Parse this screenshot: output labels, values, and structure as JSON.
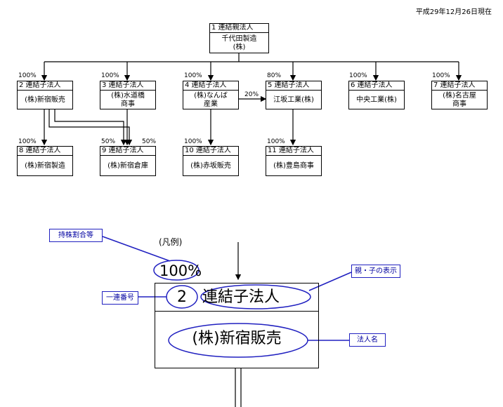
{
  "date_label": "平成29年12月26日現在",
  "parent": {
    "header": "1  連結親法人",
    "name": "千代田製造\n(株)"
  },
  "children": [
    {
      "header": "2  連結子法人",
      "name": "(株)新宿販売",
      "pct": "100%"
    },
    {
      "header": "3  連結子法人",
      "name": "(株)水道橋\n商事",
      "pct": "100%"
    },
    {
      "header": "4  連結子法人",
      "name": "(株)なんば\n産業",
      "pct": "100%"
    },
    {
      "header": "5  連結子法人",
      "name": "江坂工業(株)",
      "pct": "80%"
    },
    {
      "header": "6  連結子法人",
      "name": "中央工業(株)",
      "pct": "100%"
    },
    {
      "header": "7  連結子法人",
      "name": "(株)名古屋\n商事",
      "pct": "100%"
    }
  ],
  "grandchildren": [
    {
      "header": "8  連結子法人",
      "name": "(株)新宿製造",
      "pct": "100%"
    },
    {
      "header": "9  連結子法人",
      "name": "(株)新宿倉庫",
      "pct_left": "50%",
      "pct_right": "50%"
    },
    {
      "header": "10  連結子法人",
      "name": "(株)赤坂販売",
      "pct": "100%"
    },
    {
      "header": "11  連結子法人",
      "name": "(株)豊島商事",
      "pct": "100%"
    }
  ],
  "cross_pct": "20%",
  "legend": {
    "title": "(凡例)",
    "pct": "100%",
    "number": "2",
    "header": "連結子法人",
    "name": "(株)新宿販売",
    "callout_pct": "持株割合等",
    "callout_relation": "親・子の表示",
    "callout_number": "一連番号",
    "callout_name": "法人名"
  },
  "colors": {
    "callout": "#0000a0",
    "ellipse": "#2020c0"
  }
}
